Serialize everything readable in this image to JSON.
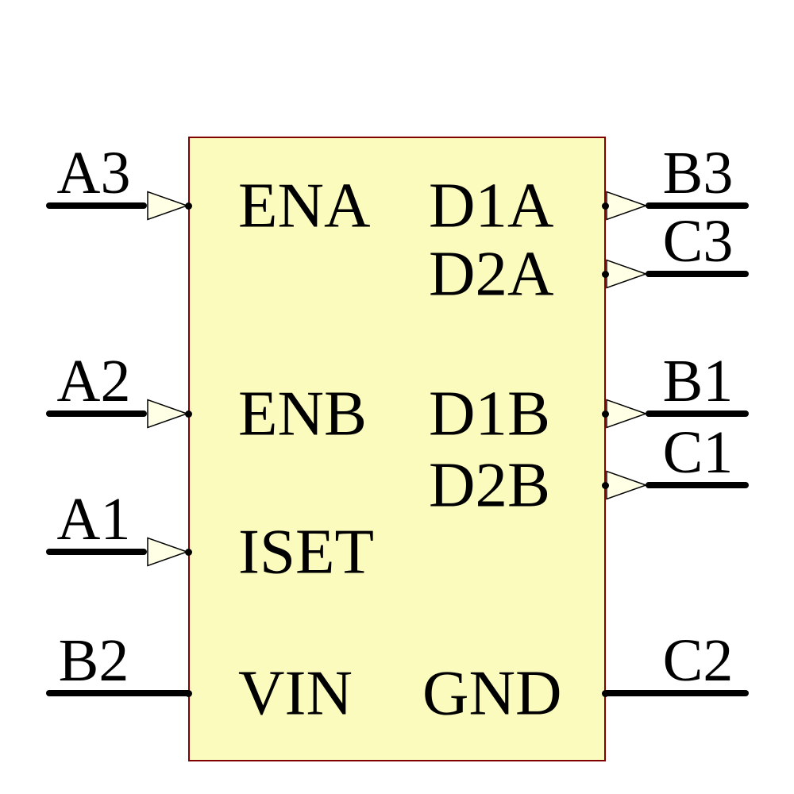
{
  "diagram": {
    "type": "schematic-symbol",
    "colors": {
      "background": "#FFFFFF",
      "body_fill": "#FBFBBE",
      "body_border": "#800000",
      "arrow_fill": "#FFFFE6",
      "wire": "#000000",
      "text": "#000000"
    },
    "pins": {
      "left": [
        {
          "net": "A3",
          "name": "ENA",
          "arrow": true
        },
        {
          "net": "A2",
          "name": "ENB",
          "arrow": true
        },
        {
          "net": "A1",
          "name": "ISET",
          "arrow": true
        },
        {
          "net": "B2",
          "name": "VIN",
          "arrow": false
        }
      ],
      "right": [
        {
          "net": "B3",
          "name": "D1A",
          "arrow": true
        },
        {
          "net": "C3",
          "name": "D2A",
          "arrow": true
        },
        {
          "net": "B1",
          "name": "D1B",
          "arrow": true
        },
        {
          "net": "C1",
          "name": "D2B",
          "arrow": true
        },
        {
          "net": "C2",
          "name": "GND",
          "arrow": false
        }
      ]
    }
  }
}
